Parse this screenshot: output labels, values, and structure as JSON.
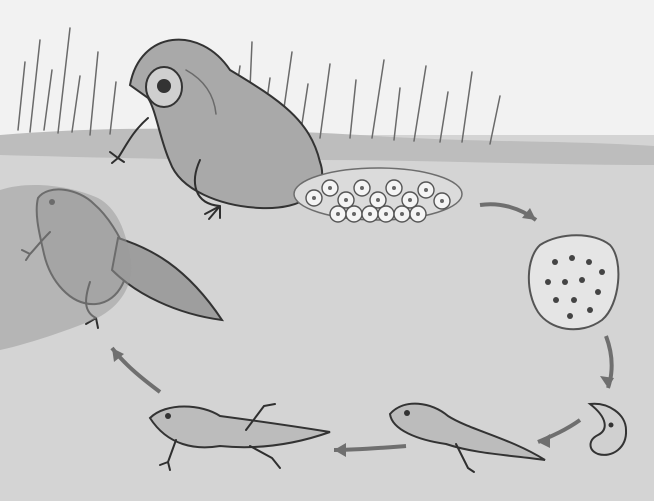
{
  "diagram": {
    "colors": {
      "sky": "#f2f2f2",
      "water": "#c8c8c8",
      "bank": "#b8b8b8",
      "grass": "#9a9a9a",
      "frog": "#a5a5a5",
      "eggs": "#d9d9d9",
      "arrow": "#6f6f6f",
      "outline": "#2f2f2f"
    },
    "stages": [
      {
        "name": "adult-frog",
        "icon": "frog-icon"
      },
      {
        "name": "egg-mass",
        "icon": "egg-cluster-icon"
      },
      {
        "name": "egg-close-up",
        "icon": "egg-detail-icon"
      },
      {
        "name": "hatching-embryo",
        "icon": "embryo-icon"
      },
      {
        "name": "tadpole",
        "icon": "tadpole-icon"
      },
      {
        "name": "tadpole-with-legs",
        "icon": "tadpole-legs-icon"
      },
      {
        "name": "froglet",
        "icon": "froglet-icon"
      }
    ]
  }
}
